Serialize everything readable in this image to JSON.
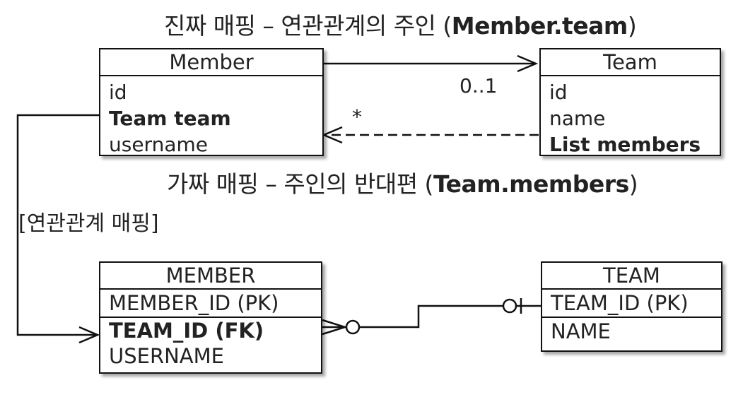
{
  "titles": {
    "real_mapping": {
      "prefix": "진짜 매핑 – 연관관계의 주인 (",
      "bold": "Member.team",
      "suffix": ")"
    },
    "fake_mapping": {
      "prefix": "가짜 매핑 – 주인의 반대편 (",
      "bold": "Team.members",
      "suffix": ")"
    }
  },
  "relation_label": "[연관관계 매핑]",
  "multiplicity": {
    "to_team": "0..1",
    "to_member": "*"
  },
  "classes": {
    "member": {
      "name": "Member",
      "fields": [
        {
          "text": "id",
          "bold": false
        },
        {
          "text": "Team team",
          "bold": true
        },
        {
          "text": "username",
          "bold": false
        }
      ]
    },
    "team": {
      "name": "Team",
      "fields": [
        {
          "text": "id",
          "bold": false
        },
        {
          "text": "name",
          "bold": false
        },
        {
          "text": "List members",
          "bold": true
        }
      ]
    }
  },
  "tables": {
    "member": {
      "name": "MEMBER",
      "pk": "MEMBER_ID (PK)",
      "columns": [
        {
          "text": "TEAM_ID (FK)",
          "bold": true
        },
        {
          "text": "USERNAME",
          "bold": false
        }
      ]
    },
    "team": {
      "name": "TEAM",
      "pk": "TEAM_ID (PK)",
      "columns": [
        {
          "text": "NAME",
          "bold": false
        }
      ]
    }
  }
}
